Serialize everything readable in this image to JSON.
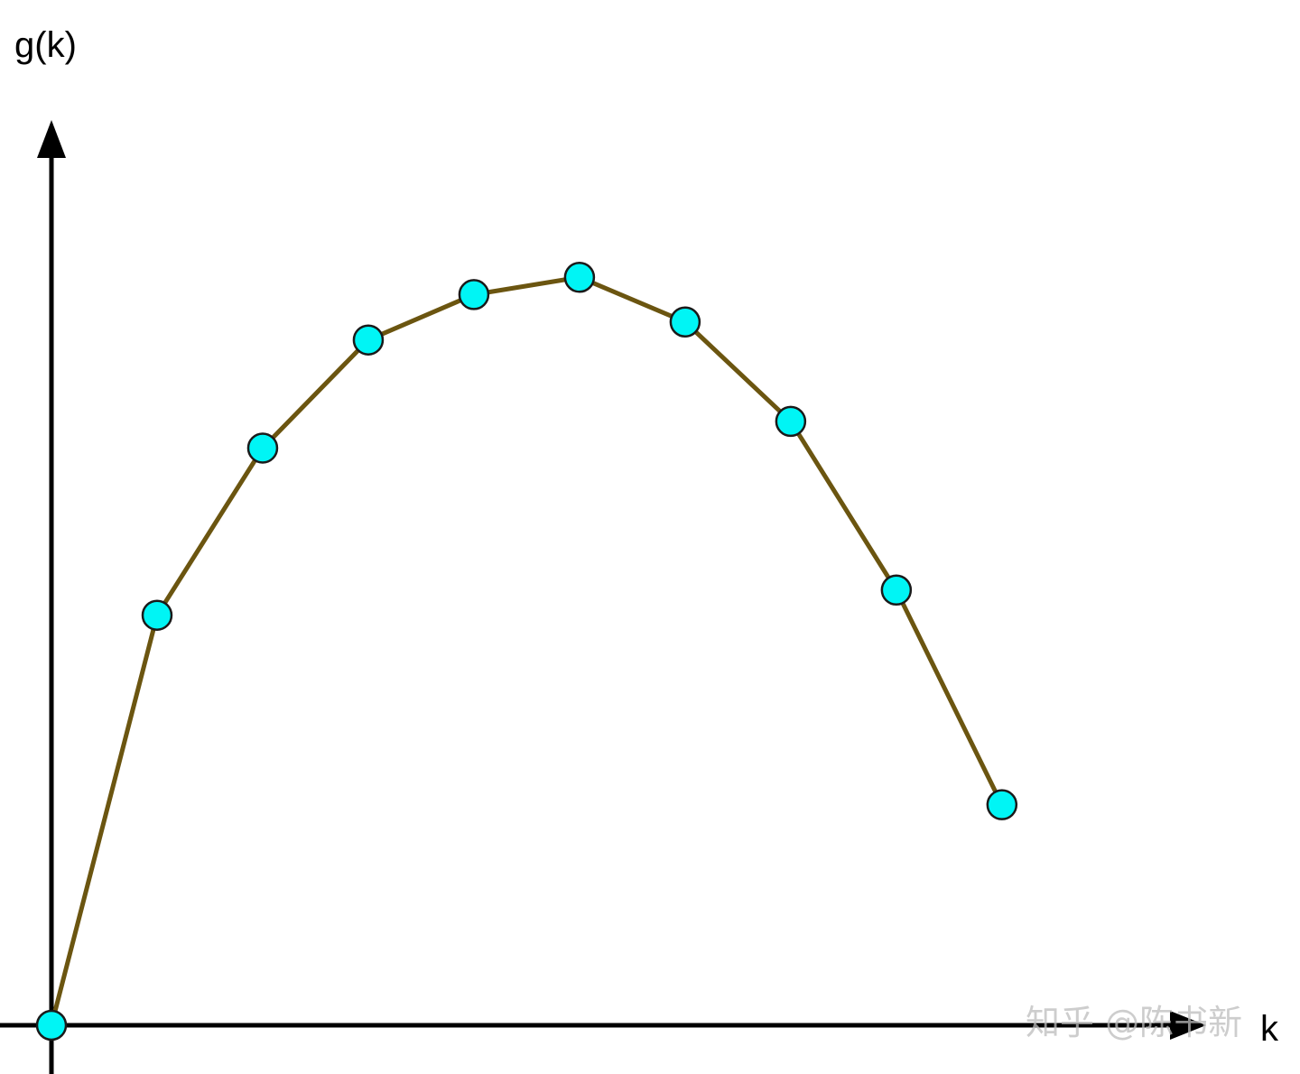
{
  "chart_data": {
    "type": "line",
    "ylabel": "g(k)",
    "xlabel": "k",
    "points": [
      {
        "x": 0,
        "y": 0.0
      },
      {
        "x": 1,
        "y": 5.69
      },
      {
        "x": 2,
        "y": 8.01
      },
      {
        "x": 3,
        "y": 9.51
      },
      {
        "x": 4,
        "y": 10.14
      },
      {
        "x": 5,
        "y": 10.38
      },
      {
        "x": 6,
        "y": 9.76
      },
      {
        "x": 7,
        "y": 8.38
      },
      {
        "x": 8,
        "y": 6.04
      },
      {
        "x": 9,
        "y": 3.06
      }
    ],
    "xlim": [
      0,
      10.6
    ],
    "ylim": [
      0,
      12.6
    ],
    "grid": false,
    "line_color": "#6b5510",
    "marker_color": "#00f5f5"
  },
  "watermark": "知乎 @陈书新"
}
